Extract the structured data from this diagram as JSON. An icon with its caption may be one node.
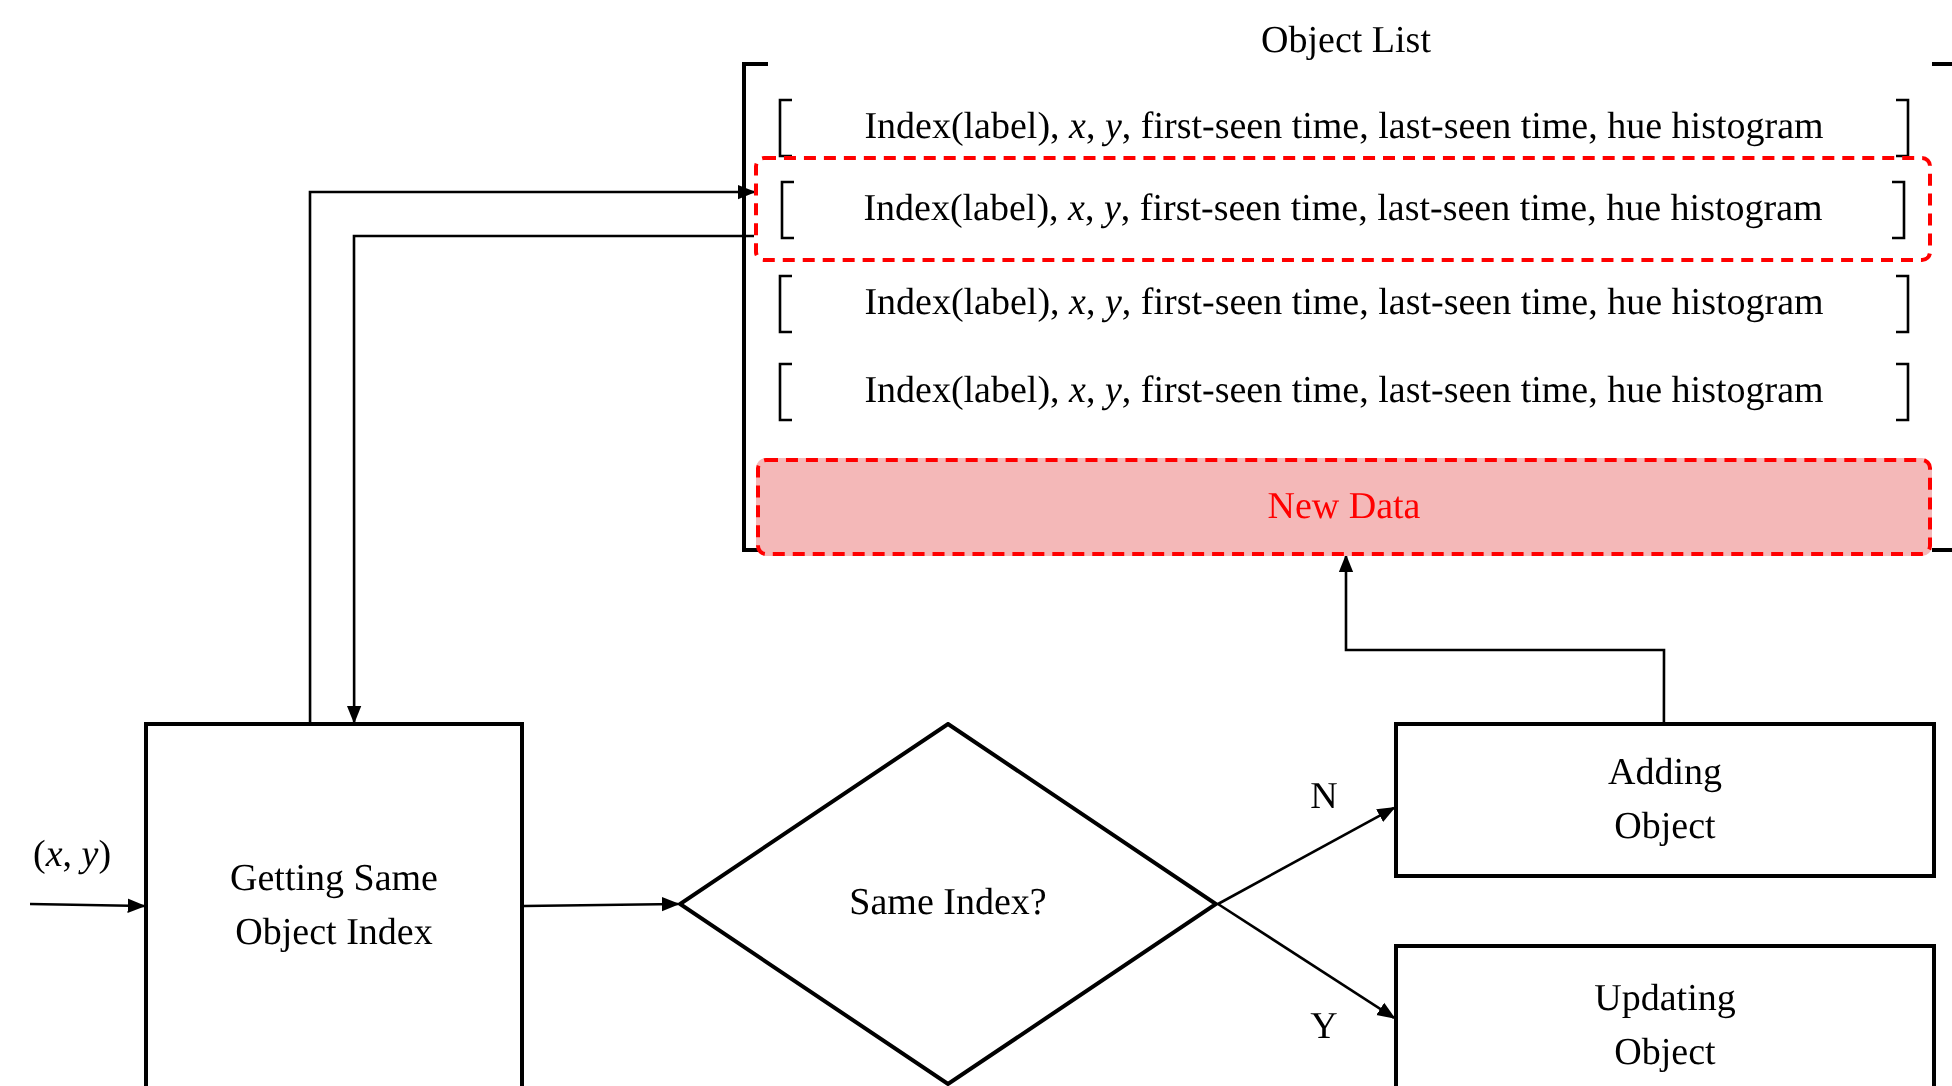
{
  "diagram": {
    "nodes": [
      {
        "text": [
          "Object List"
        ]
      },
      {
        "text": [
          "Index(label), *x*, *y*, first-seen time, last-seen time, hue histogram"
        ],
        "in": 0
      },
      {
        "text": [
          "Index(label), *x*, *y*, first-seen time, last-seen time, hue histogram"
        ],
        "in": 0
      },
      {
        "text": [
          "Index(label), *x*, *y*, first-seen time, last-seen time, hue histogram"
        ],
        "in": 0
      },
      {
        "text": [
          "Index(label), *x*, *y*, first-seen time, last-seen time, hue histogram"
        ],
        "in": 0
      },
      {
        "text": [
          "New Data"
        ],
        "in": 0
      },
      {
        "text": [
          "Getting Same Object Index"
        ]
      },
      {
        "text": [
          "Same Index?"
        ]
      },
      {
        "text": [
          "Adding Object"
        ]
      },
      {
        "text": [
          "Updating Object"
        ]
      }
    ],
    "edges": [
      {
        "from": null,
        "to": 6,
        "arrow": "to",
        "label": "(*x*, *y*)"
      },
      {
        "from": 6,
        "to": 2,
        "arrow": "to"
      },
      {
        "from": 2,
        "to": 6,
        "arrow": "to"
      },
      {
        "from": 6,
        "to": 7,
        "arrow": "to"
      },
      {
        "from": 7,
        "to": 8,
        "arrow": "to",
        "label": "N"
      },
      {
        "from": 7,
        "to": 9,
        "arrow": "to",
        "label": "Y"
      },
      {
        "from": 8,
        "to": 0,
        "arrow": "to"
      }
    ]
  }
}
